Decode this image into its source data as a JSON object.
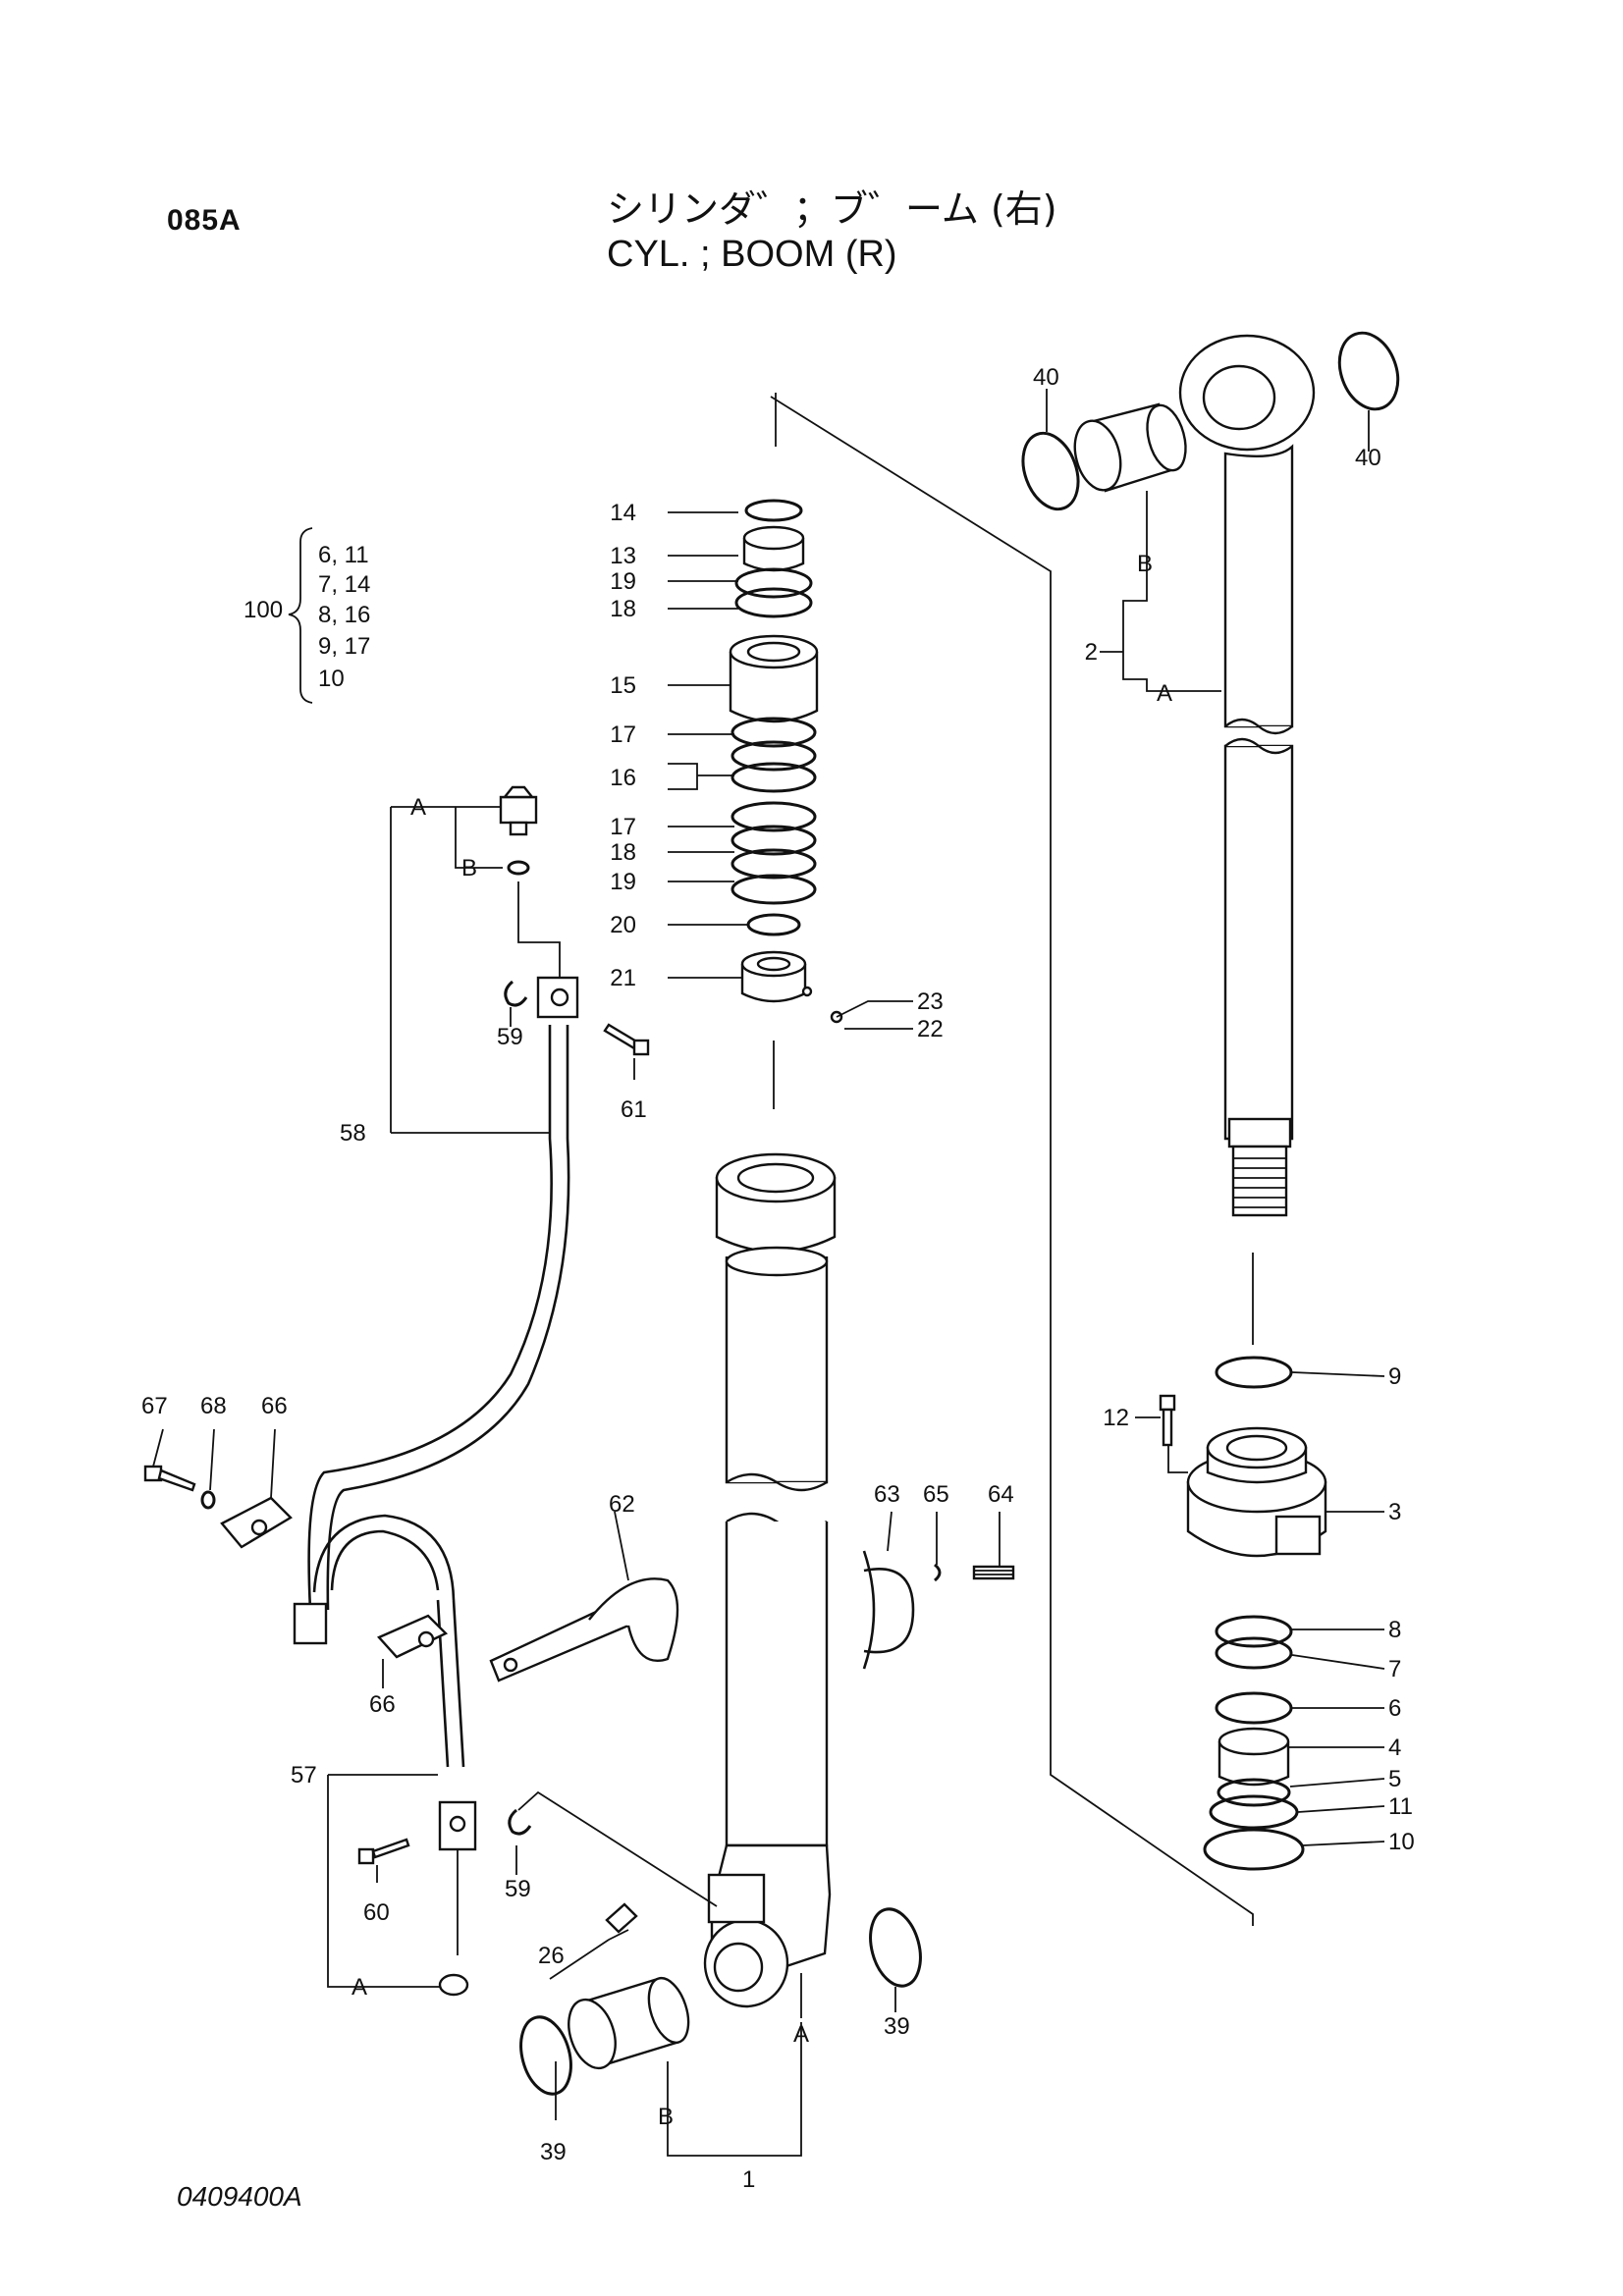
{
  "header": {
    "page_code": "085A",
    "title_jp": "シリンダ゛；ブ゛ーム (右)",
    "title_en": "CYL. ; BOOM (R)"
  },
  "footer": {
    "drawing_number": "0409400A"
  },
  "seal_kit": {
    "label": "100",
    "items": [
      "6, 11",
      "7, 14",
      "8, 16",
      "9, 17",
      "10"
    ]
  },
  "callouts": {
    "c1": "1",
    "c2": "2",
    "c3": "3",
    "c4": "4",
    "c5": "5",
    "c6": "6",
    "c7": "7",
    "c8": "8",
    "c9": "9",
    "c10": "10",
    "c11": "11",
    "c12": "12",
    "c13": "13",
    "c14": "14",
    "c15": "15",
    "c16": "16",
    "c17a": "17",
    "c17b": "17",
    "c18a": "18",
    "c18b": "18",
    "c19a": "19",
    "c19b": "19",
    "c20": "20",
    "c21": "21",
    "c22": "22",
    "c23": "23",
    "c26": "26",
    "c39a": "39",
    "c39b": "39",
    "c40a": "40",
    "c40b": "40",
    "c57": "57",
    "c58": "58",
    "c59a": "59",
    "c59b": "59",
    "c60": "60",
    "c61": "61",
    "c62": "62",
    "c63": "63",
    "c64": "64",
    "c65": "65",
    "c66a": "66",
    "c66b": "66",
    "c67": "67",
    "c68": "68",
    "rodA": "A",
    "rodB": "B",
    "tubeA": "A",
    "tubeB": "B",
    "pipeA1": "A",
    "pipeB1": "B",
    "pipeA2": "A"
  }
}
